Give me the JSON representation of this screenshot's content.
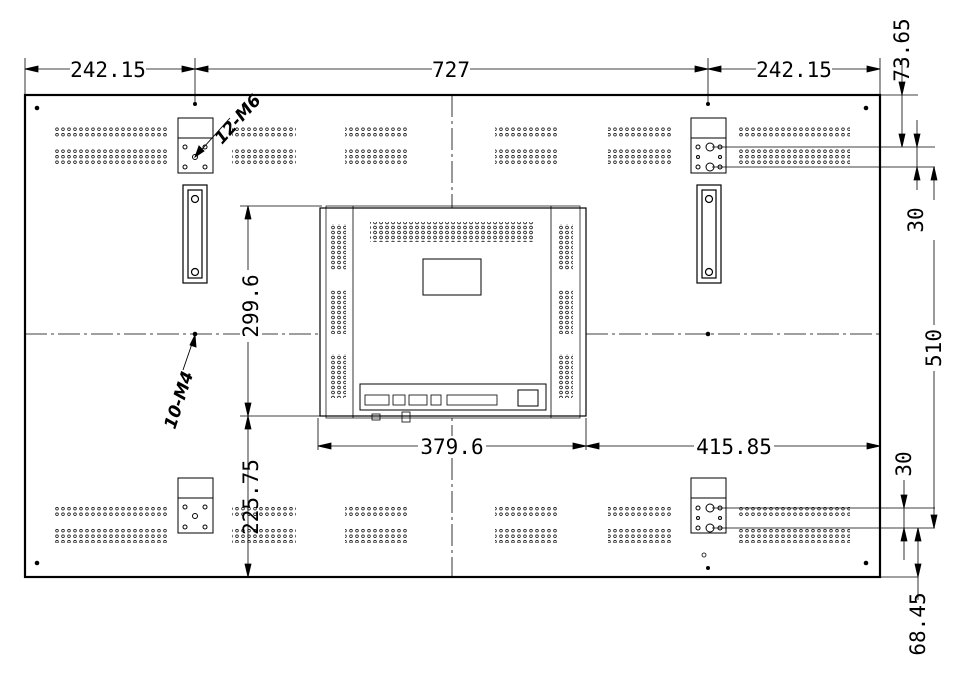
{
  "dimensions": {
    "top_left_width": "242.15",
    "top_center_width": "727",
    "top_right_width": "242.15",
    "right_top_offset": "73.65",
    "right_upper_spacing": "30",
    "right_total_height": "510",
    "right_lower_spacing": "30",
    "right_bottom_offset": "68.45",
    "center_box_height": "299.6",
    "bottom_left_height": "225.75",
    "box_width": "379.6",
    "right_gap": "415.85"
  },
  "labels": {
    "upper_screw": "12-M6",
    "left_screw": "10-M4"
  }
}
